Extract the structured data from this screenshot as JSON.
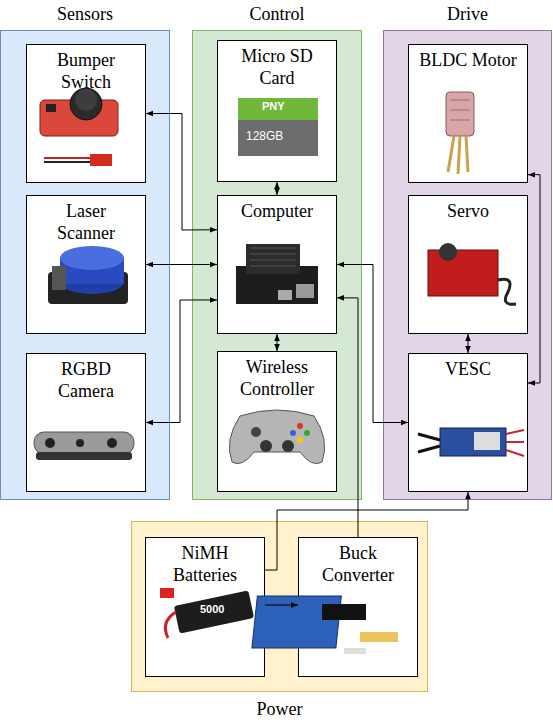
{
  "diagram": {
    "nodes": [
      {
        "text": [
          "Sensors"
        ]
      },
      {
        "text": [
          "Bumper Switch"
        ],
        "in": 0
      },
      {
        "text": [
          "Laser Scanner"
        ],
        "in": 0
      },
      {
        "text": [
          "RGBD Camera"
        ],
        "in": 0
      },
      {
        "text": [
          "Control"
        ]
      },
      {
        "text": [
          "Micro SD Card"
        ],
        "in": 4
      },
      {
        "text": [
          "Computer"
        ],
        "in": 4
      },
      {
        "text": [
          "Wireless Controller"
        ],
        "in": 4
      },
      {
        "text": [
          "Drive"
        ]
      },
      {
        "text": [
          "BLDC Motor"
        ],
        "in": 8
      },
      {
        "text": [
          "Servo"
        ],
        "in": 8
      },
      {
        "text": [
          "VESC"
        ],
        "in": 8
      },
      {
        "text": [
          "Power"
        ]
      },
      {
        "text": [
          "NiMH Batteries"
        ],
        "in": 12
      },
      {
        "text": [
          "Buck Converter"
        ],
        "in": 12
      }
    ],
    "edges": [
      {
        "from": 1,
        "to": 6,
        "arrow": "both"
      },
      {
        "from": 2,
        "to": 6,
        "arrow": "both"
      },
      {
        "from": 3,
        "to": 6,
        "arrow": "both"
      },
      {
        "from": 5,
        "to": 6,
        "arrow": "both"
      },
      {
        "from": 6,
        "to": 7,
        "arrow": "both"
      },
      {
        "from": 6,
        "to": 11,
        "arrow": "both"
      },
      {
        "from": 11,
        "to": 9,
        "arrow": "both"
      },
      {
        "from": 10,
        "to": 11,
        "arrow": "both"
      },
      {
        "from": 13,
        "to": 14,
        "arrow": "to"
      },
      {
        "from": 13,
        "to": 11,
        "arrow": "to"
      },
      {
        "from": 14,
        "to": 6,
        "arrow": "to"
      }
    ],
    "labels": [
      "PNY",
      "128GB",
      "5000"
    ]
  }
}
